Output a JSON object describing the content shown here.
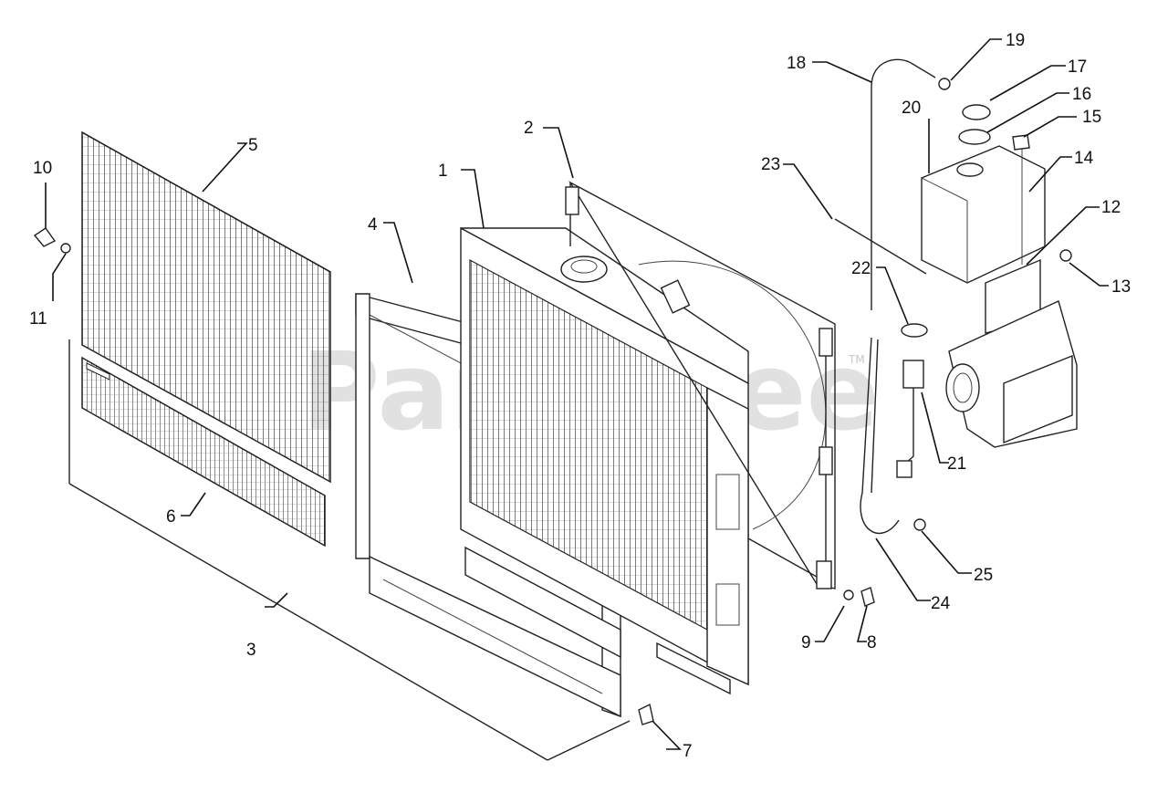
{
  "watermark": {
    "text": "PartsTree",
    "trademark": "TM"
  },
  "callouts": {
    "c1": "1",
    "c2": "2",
    "c3": "3",
    "c4": "4",
    "c5": "5",
    "c6": "6",
    "c7": "7",
    "c8": "8",
    "c9": "9",
    "c10": "10",
    "c11": "11",
    "c12": "12",
    "c13": "13",
    "c14": "14",
    "c15": "15",
    "c16": "16",
    "c17": "17",
    "c18": "18",
    "c19": "19",
    "c20": "20",
    "c21": "21",
    "c22": "22",
    "c23": "23",
    "c24": "24",
    "c25": "25"
  }
}
